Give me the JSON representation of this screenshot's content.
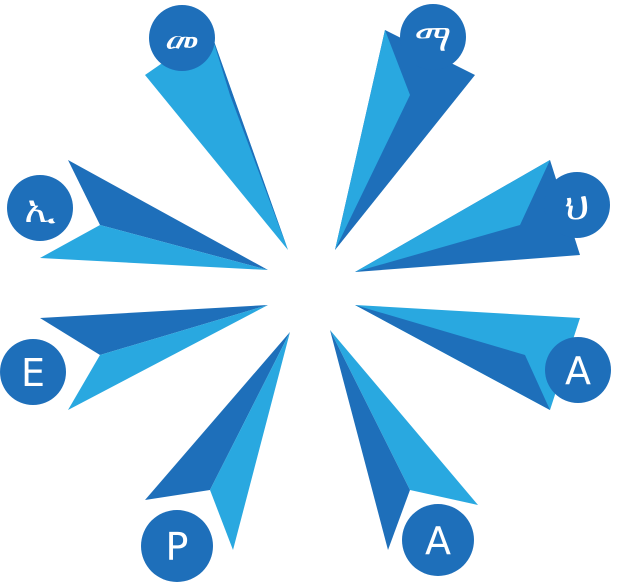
{
  "colors": {
    "dark": "#1e6fba",
    "light": "#29a8e0",
    "letter": "#ffffff"
  },
  "logo": {
    "letters": [
      "መ",
      "ማ",
      "ህ",
      "A",
      "A",
      "P",
      "E",
      "ኢ"
    ]
  }
}
